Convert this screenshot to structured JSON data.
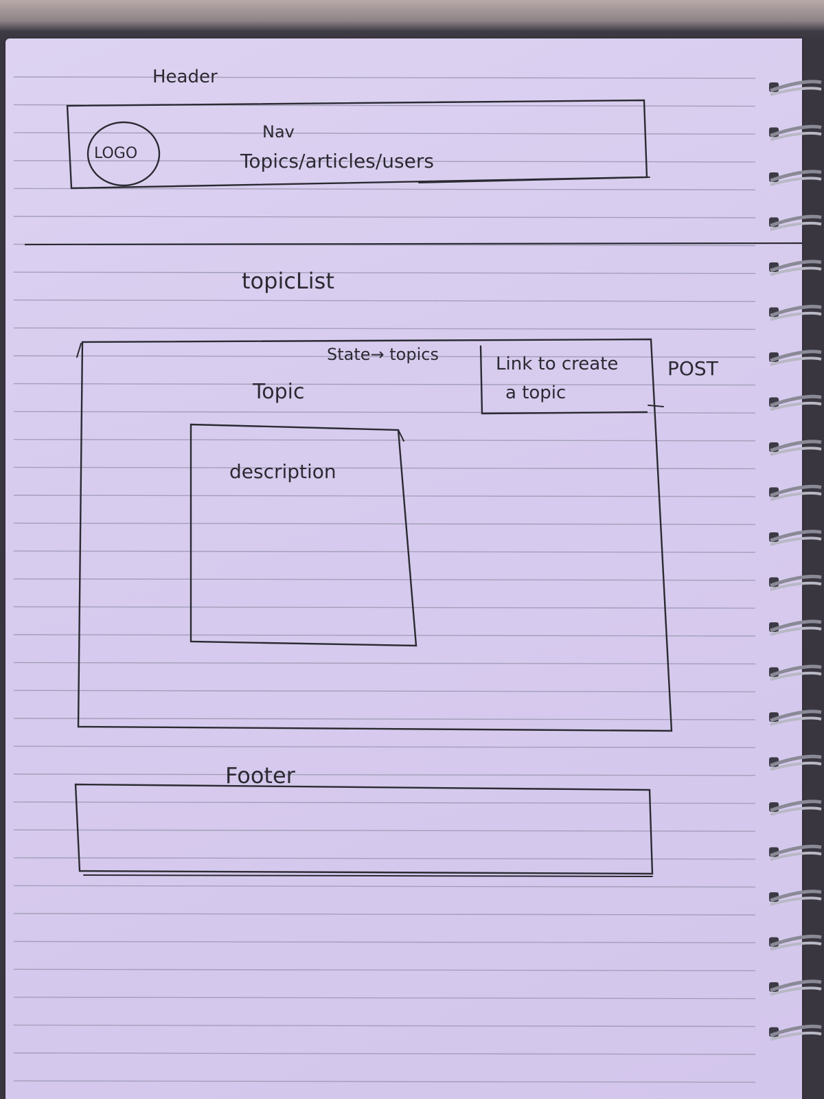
{
  "header": {
    "caption": "Header",
    "logo_label": "LOGO",
    "nav_title": "Nav",
    "nav_links": "Topics/articles/users"
  },
  "topic_list": {
    "caption": "topicList",
    "state_note": "State→ topics",
    "topic_label": "Topic",
    "description_label": "description",
    "create_link_line1": "Link to create",
    "create_link_line2": "a topic",
    "method_note": "POST"
  },
  "footer": {
    "caption": "Footer"
  },
  "colors": {
    "paper": "#d8cdef",
    "ink": "#2b2a32",
    "ruled_line": "#a39fb9"
  }
}
